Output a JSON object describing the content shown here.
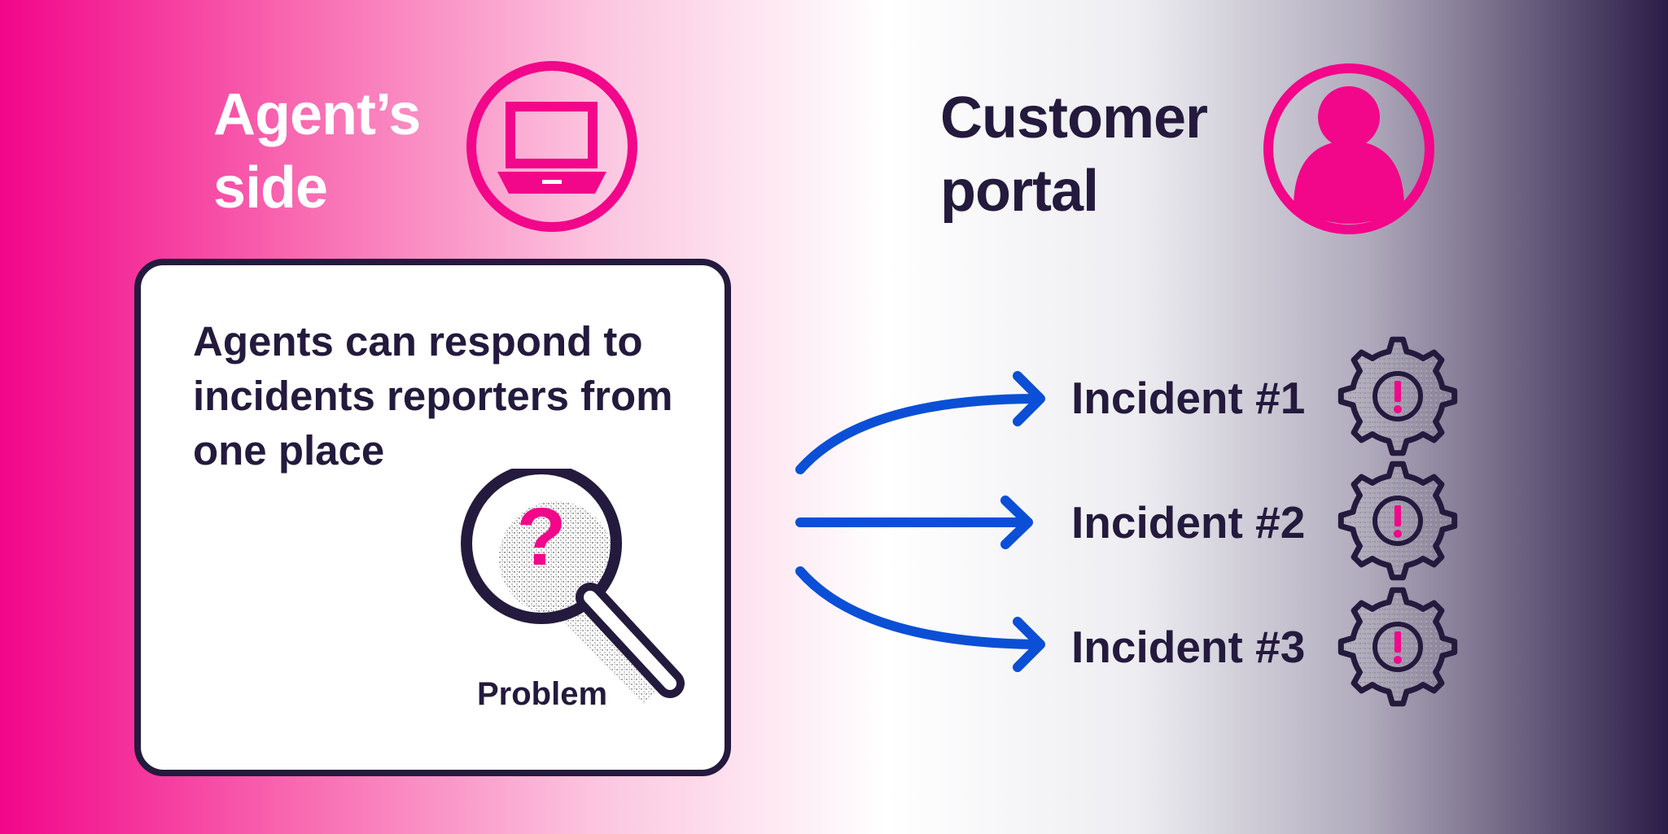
{
  "agent_side": {
    "title": "Agent’s\nside",
    "icon": "laptop-icon"
  },
  "customer_portal": {
    "title": "Customer\nportal",
    "icon": "person-icon"
  },
  "card": {
    "text": "Agents can respond to incidents reporters from one place",
    "magnifier_icon": "magnifier-question-icon",
    "problem_label": "Problem"
  },
  "incidents": [
    {
      "label": "Incident #1",
      "icon": "gear-alert-icon"
    },
    {
      "label": "Incident #2",
      "icon": "gear-alert-icon"
    },
    {
      "label": "Incident #3",
      "icon": "gear-alert-icon"
    }
  ],
  "colors": {
    "pink": "#f2068a",
    "navy": "#241a3d",
    "arrow_blue": "#0a4fd6",
    "white": "#ffffff"
  }
}
